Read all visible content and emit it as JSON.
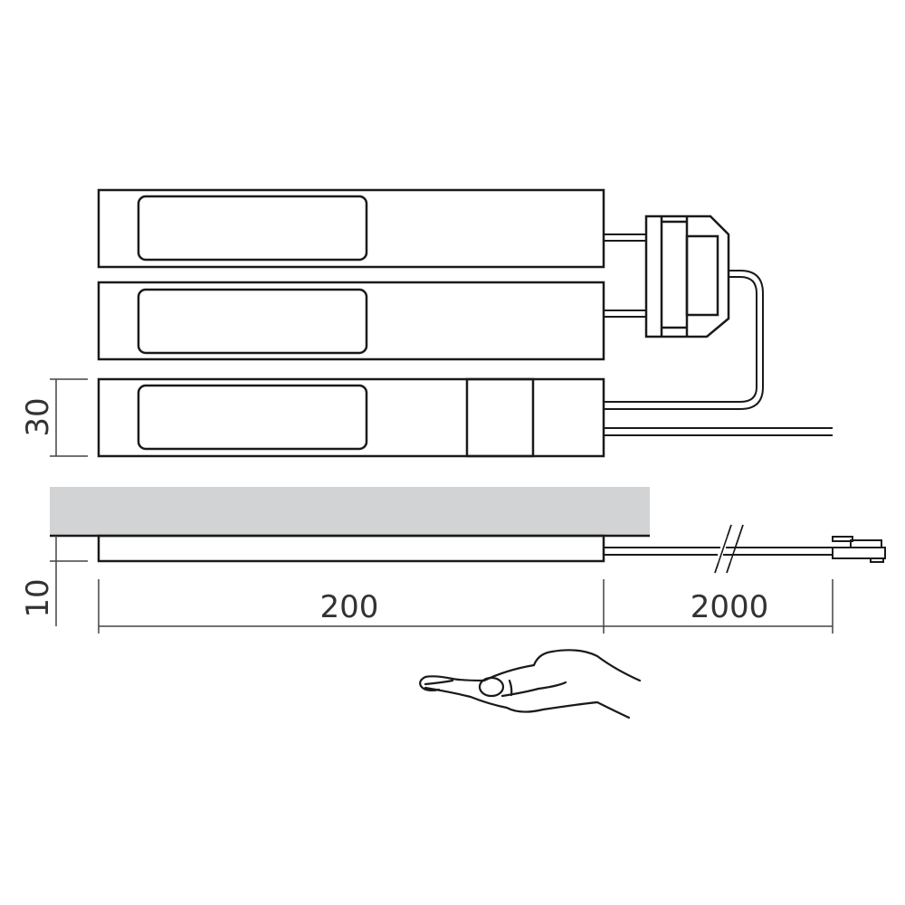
{
  "dimensions": {
    "height_top": "30",
    "height_side": "10",
    "length": "200",
    "cable_length": "2000"
  },
  "colors": {
    "line": "#1a1a1a",
    "surface": "#d2d3d5",
    "dimension": "#444444"
  },
  "icons": {
    "hand": "hand-sensor-icon",
    "plug": "connector-plug-icon"
  }
}
